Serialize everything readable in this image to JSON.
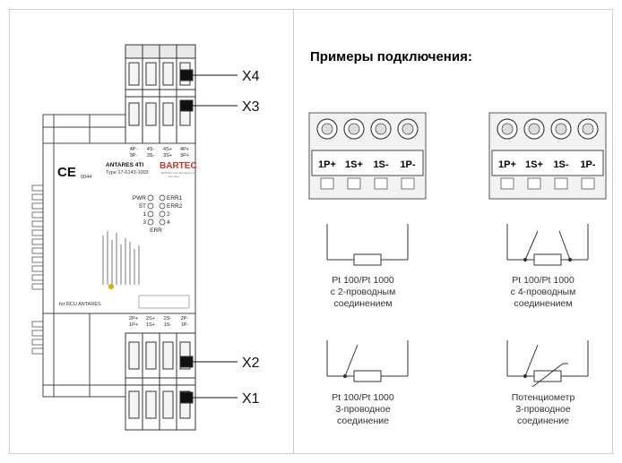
{
  "left_panel": {
    "device_name": "ANTARES 4TI",
    "device_type": "Type 17-6143-1003",
    "brand": "BARTEC",
    "brand_sub1": "BARTEC Auto Management",
    "brand_sub2": "Germany",
    "ce_mark": "CE",
    "ce_number": "0044",
    "top_terminals": [
      {
        "top": "4P-",
        "bottom": "3P-"
      },
      {
        "top": "4S-",
        "bottom": "3S-"
      },
      {
        "top": "4S+",
        "bottom": "3S+"
      },
      {
        "top": "4P+",
        "bottom": "3P+"
      }
    ],
    "bottom_terminals": [
      {
        "top": "2P+",
        "bottom": "1P+"
      },
      {
        "top": "2S+",
        "bottom": "1S+"
      },
      {
        "top": "2S-",
        "bottom": "1S-"
      },
      {
        "top": "2P-",
        "bottom": "1P-"
      }
    ],
    "leds": {
      "pwr": "PWR",
      "st": "ST",
      "ch1": "1",
      "ch3": "3",
      "err1": "ERR1",
      "err2": "ERR2",
      "ch2": "2",
      "ch4": "4",
      "err": "ERR"
    },
    "rcu_label": "for RCU ANTARES",
    "connector_labels": {
      "x4": "X4",
      "x3": "X3",
      "x2": "X2",
      "x1": "X1"
    }
  },
  "right_panel": {
    "heading": "Примеры подключения:",
    "terminal_labels": [
      "1P+",
      "1S+",
      "1S-",
      "1P-"
    ],
    "examples": [
      {
        "caption": "Pt 100/Pt 1000\nс 2-проводным\nсоединением"
      },
      {
        "caption": "Pt 100/Pt 1000\nс 4-проводным\nсоединением"
      },
      {
        "caption": "Pt 100/Pt 1000\n3-проводное\nсоединение"
      },
      {
        "caption": "Потенциометр\n3-проводное\nсоединение"
      }
    ]
  }
}
